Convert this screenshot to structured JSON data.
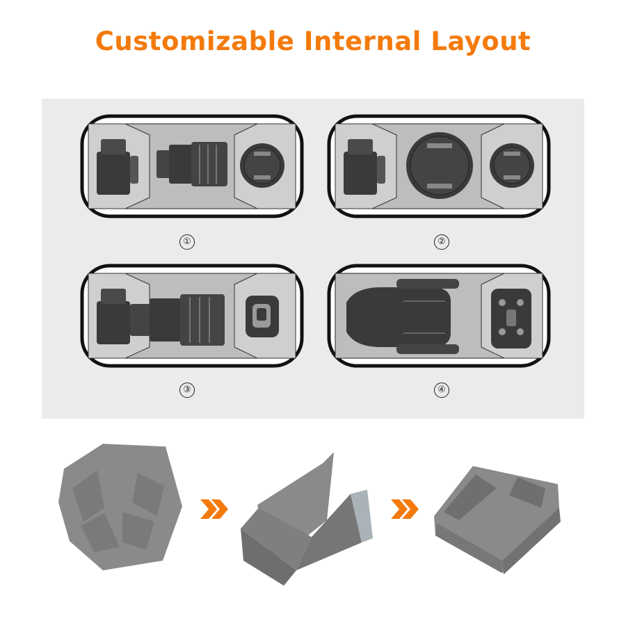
{
  "title": {
    "text": "Customizable Internal Layout",
    "color": "#f47a0c"
  },
  "layouts": [
    {
      "number": "①",
      "contents": [
        "camera",
        "lens",
        "lens-cap"
      ]
    },
    {
      "number": "②",
      "contents": [
        "camera",
        "large-lens-cap",
        "lens-cap"
      ]
    },
    {
      "number": "③",
      "contents": [
        "camera-with-lens",
        "battery-charger"
      ]
    },
    {
      "number": "④",
      "contents": [
        "drone",
        "remote-controller"
      ]
    }
  ],
  "process": {
    "steps": [
      "flat-divider",
      "folding-divider",
      "folded-divider"
    ],
    "arrow_color": "#f47a0c"
  }
}
